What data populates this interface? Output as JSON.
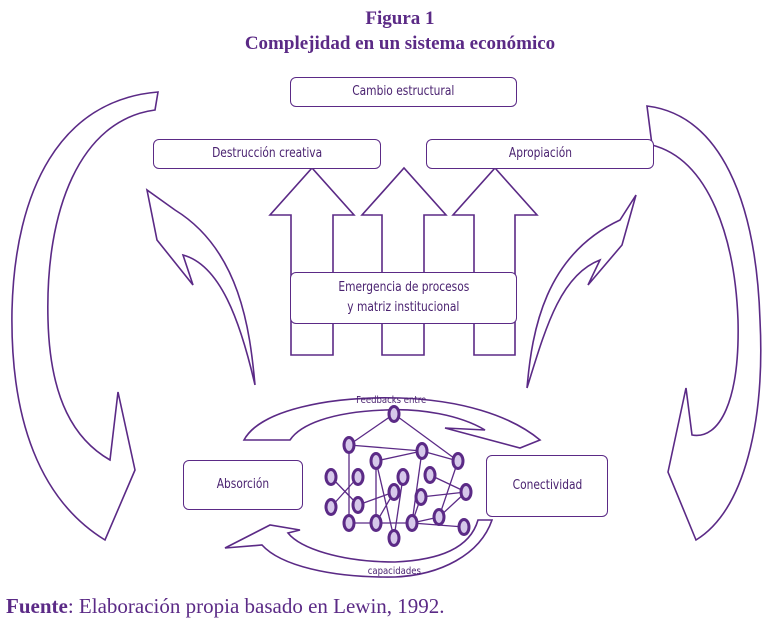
{
  "figure": {
    "number_label": "Figura 1",
    "title": "Complejidad en un sistema económico"
  },
  "boxes": {
    "top": "Cambio estructural",
    "left_mid": "Destrucción creativa",
    "right_mid": "Apropiación",
    "center_line1": "Emergencia de procesos",
    "center_line2": "y matriz institucional",
    "bottom_left": "Absorción",
    "bottom_right": "Conectividad"
  },
  "arrow_labels": {
    "top_feedback": "Feedbacks entre",
    "bottom_feedback": "capacidades"
  },
  "network": {
    "node_count": 22,
    "colors": {
      "node_fill": "#d6c8ea",
      "node_stroke": "#5b2a86",
      "edge": "#5b2a86"
    }
  },
  "source": {
    "label": "Fuente",
    "text": ": Elaboración propia basado en Lewin, 1992."
  },
  "colors": {
    "primary": "#5b2a86",
    "text": "#4a2270"
  }
}
